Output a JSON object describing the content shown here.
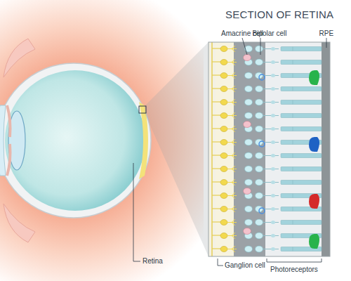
{
  "diagram": {
    "title": "SECTION OF RETINA",
    "labels": [
      "Amacrine cell",
      "Bipolar cell",
      "RPE",
      "Retina",
      "Ganglion cell",
      "Photoreceptors"
    ]
  }
}
